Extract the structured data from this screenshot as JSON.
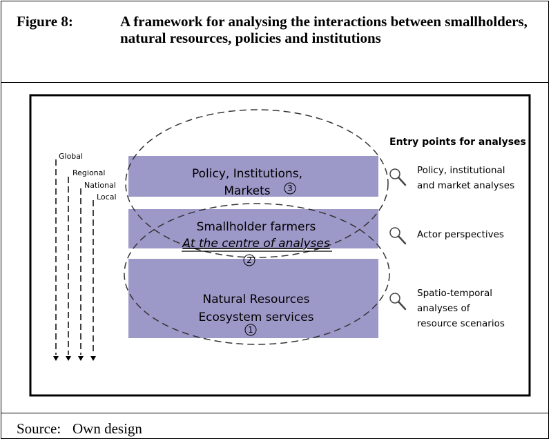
{
  "figure": {
    "label": "Figure 8:",
    "title": "A framework for analysing the interactions between smallholders, natural resources, policies and institutions"
  },
  "scales": [
    "Global",
    "Regional",
    "National",
    "Local"
  ],
  "layers": {
    "policy": {
      "line1": "Policy, Institutions,",
      "line2": "Markets",
      "marker": "3"
    },
    "smallholder": {
      "line1": "Smallholder farmers",
      "line2": "At the centre of analyses",
      "marker": "2"
    },
    "natural": {
      "line1": "Natural Resources",
      "line2": "Ecosystem services",
      "marker": "1"
    }
  },
  "entry_points": {
    "title": "Entry points for analyses",
    "policy": [
      "Policy, institutional",
      "and market analyses"
    ],
    "actor": [
      "Actor perspectives"
    ],
    "spatio": [
      "Spatio-temporal",
      "analyses of",
      "resource scenarios"
    ]
  },
  "source": {
    "label": "Source:",
    "value": "Own design"
  },
  "colors": {
    "band": "#9c98c8",
    "frame": "#000000",
    "ellipse": "#333333"
  }
}
